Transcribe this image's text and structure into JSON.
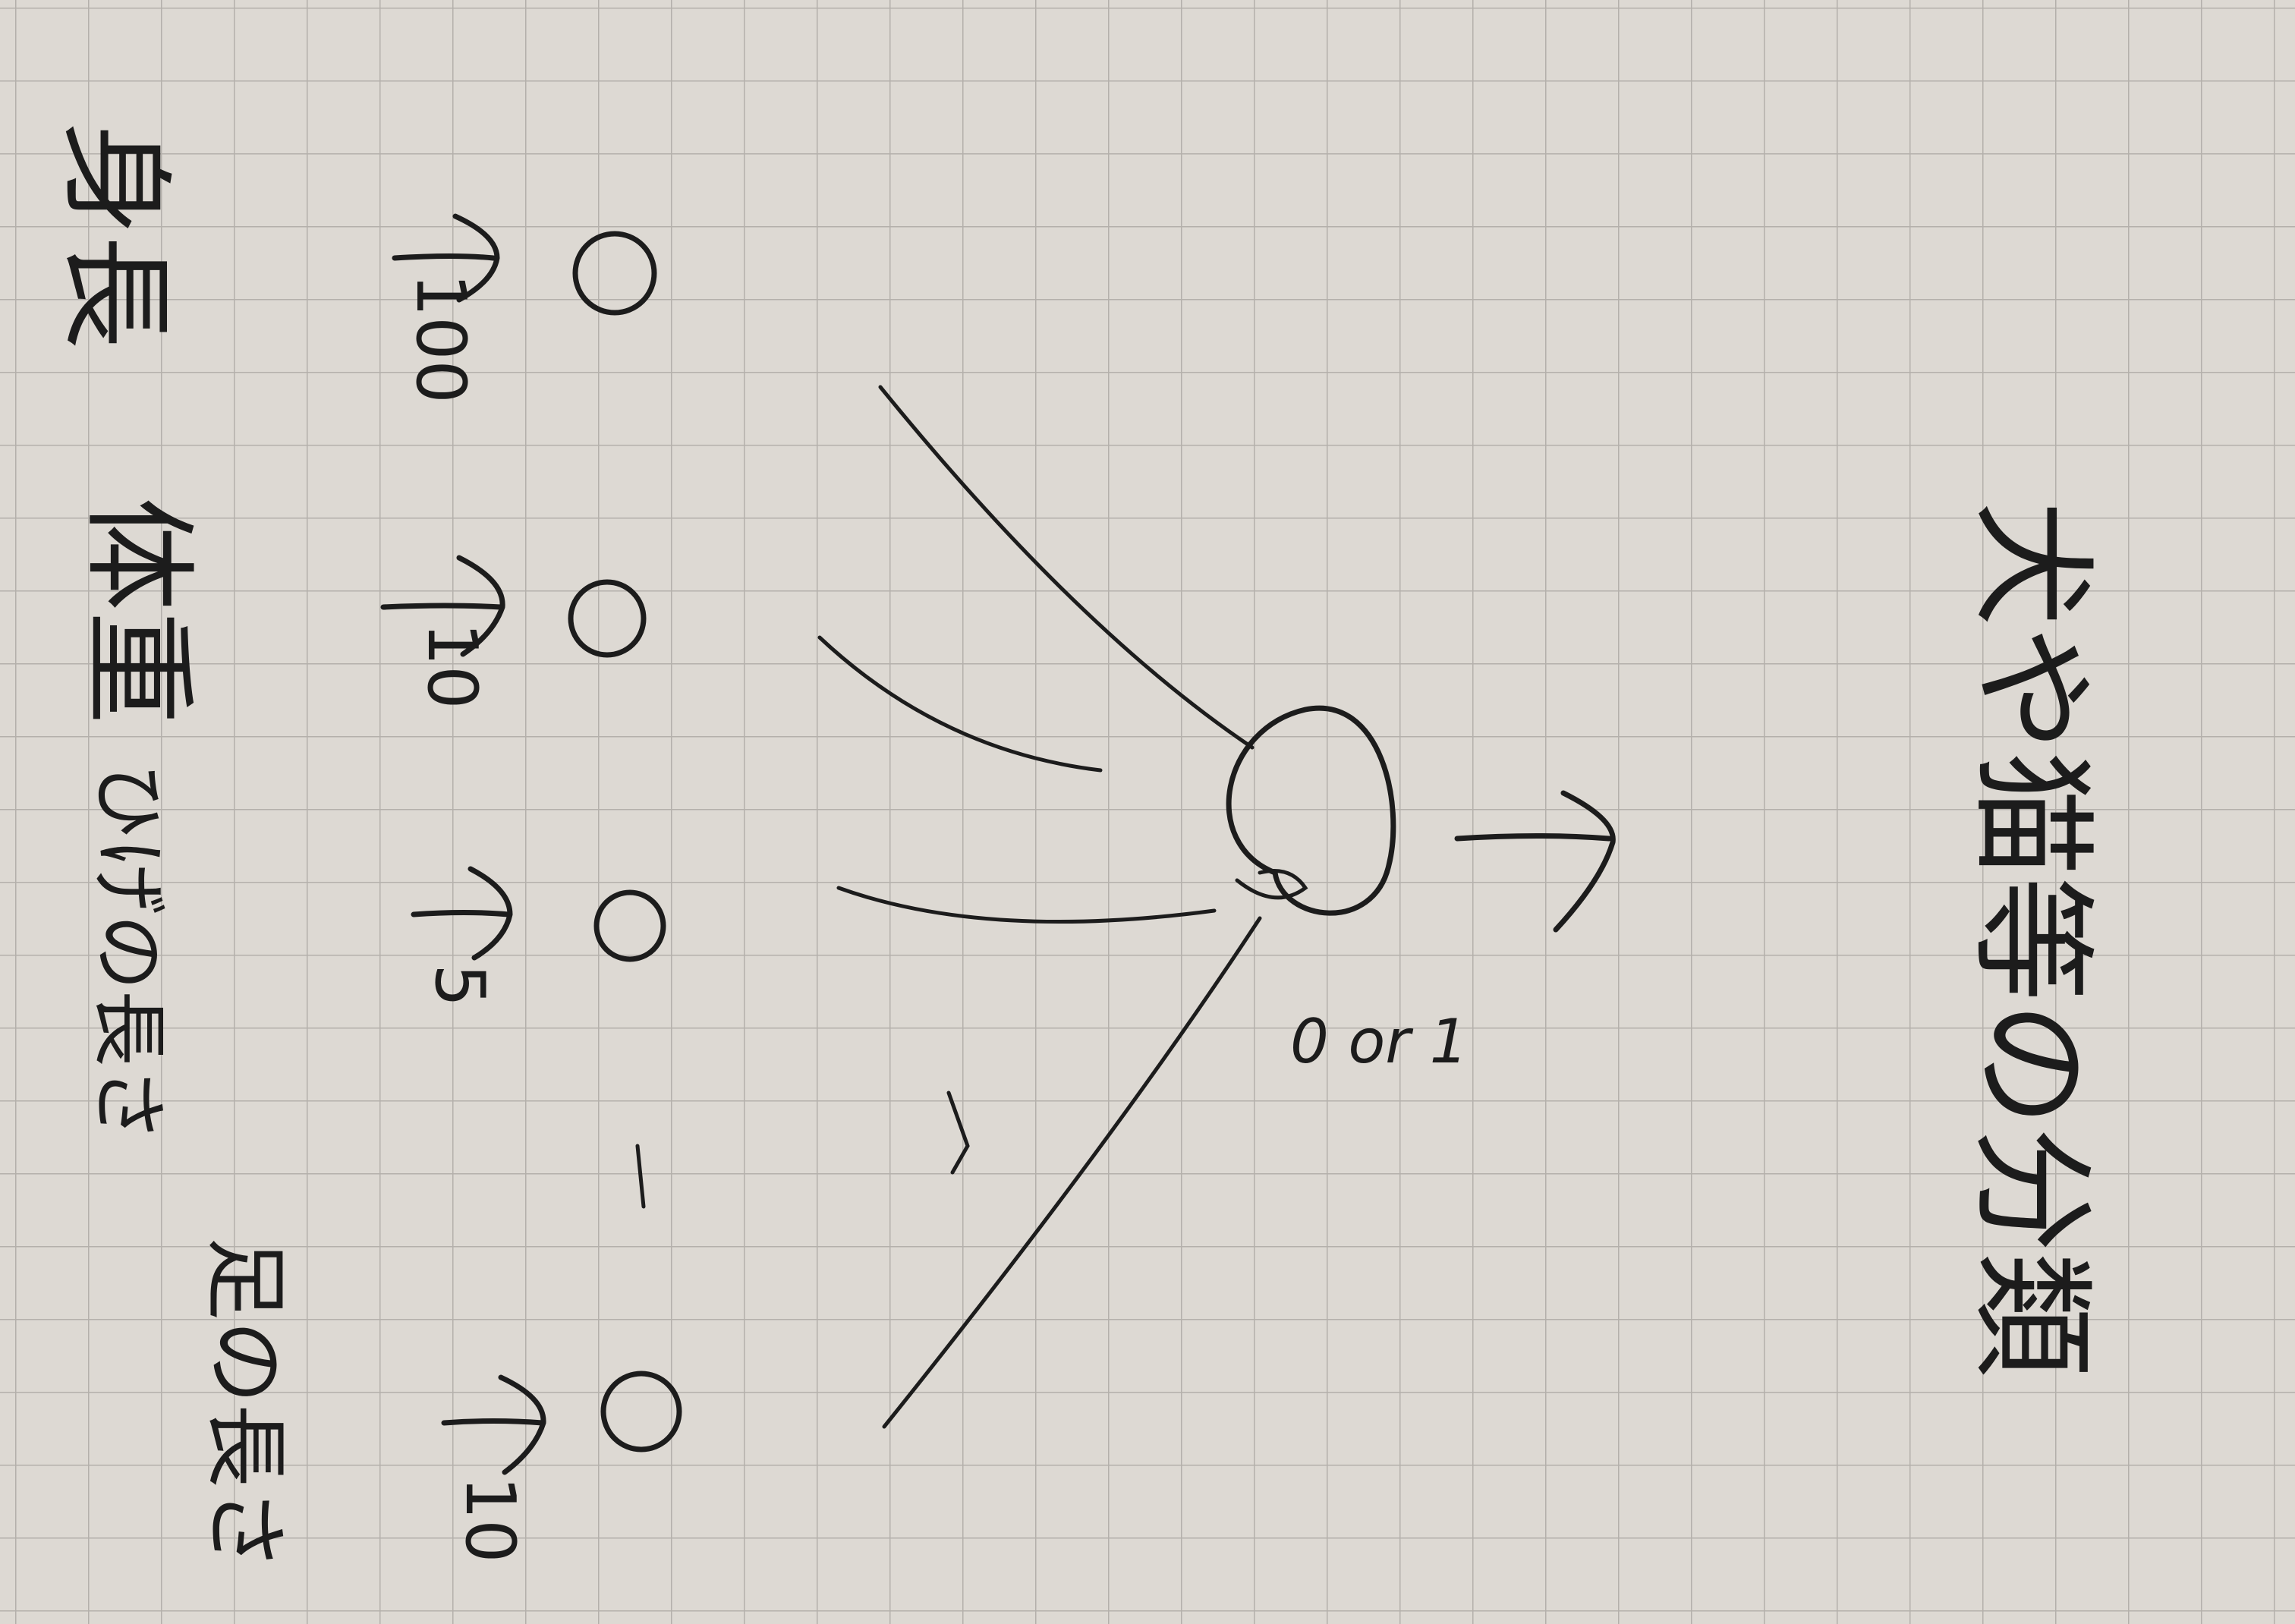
{
  "inputs": [
    {
      "label": "身長",
      "value": "100"
    },
    {
      "label": "体重",
      "value": "10"
    },
    {
      "label": "ひげの長さ",
      "value": "5"
    },
    {
      "label": "足の長さ",
      "value": "10"
    }
  ],
  "output": {
    "value": "0 or 1",
    "description": "犬や猫等の分類"
  },
  "colors": {
    "paper": "#ddd9d3",
    "grid": "#b4b0ab",
    "ink": "#1c1c1c"
  }
}
